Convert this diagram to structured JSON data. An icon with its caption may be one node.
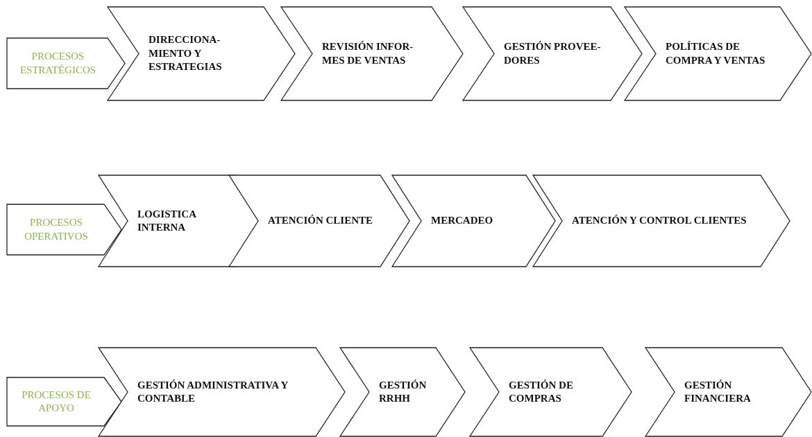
{
  "diagram": {
    "nodes": [
      {
        "text": [
          "PROCESOS ESTRATÉGICOS"
        ]
      },
      {
        "text": [
          "DIRECCIONA- MIENTO Y ESTRATEGIAS"
        ]
      },
      {
        "text": [
          "REVISIÓN INFOR- MES DE VENTAS"
        ]
      },
      {
        "text": [
          "GESTIÓN PROVEE- DORES"
        ]
      },
      {
        "text": [
          "POLÍTICAS DE COMPRA Y VENTAS"
        ]
      },
      {
        "text": [
          "PROCESOS OPERATIVOS"
        ]
      },
      {
        "text": [
          "LOGISTICA INTERNA"
        ]
      },
      {
        "text": [
          "ATENCIÓN CLIENTE"
        ]
      },
      {
        "text": [
          "MERCADEO"
        ]
      },
      {
        "text": [
          "ATENCIÓN Y CONTROL CLIENTES"
        ]
      },
      {
        "text": [
          "PROCESOS DE APOYO"
        ]
      },
      {
        "text": [
          "GESTIÓN ADMINISTRATIVA Y CONTABLE"
        ]
      },
      {
        "text": [
          "GESTIÓN RRHH"
        ]
      },
      {
        "text": [
          "GESTIÓN DE COMPRAS"
        ]
      },
      {
        "text": [
          "GESTIÓN FINANCIERA"
        ]
      }
    ]
  }
}
